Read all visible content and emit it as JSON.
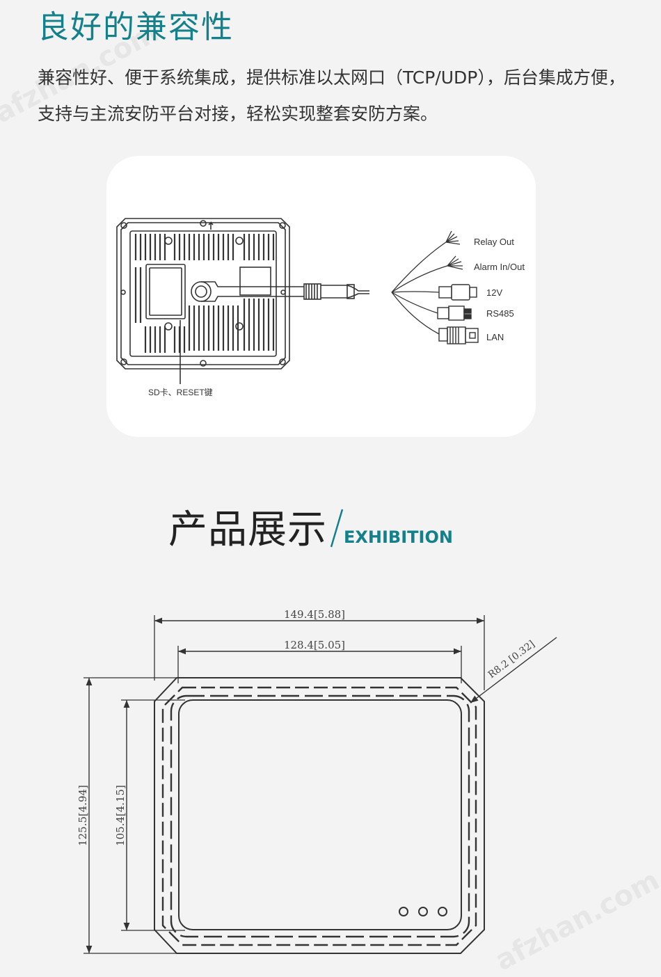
{
  "compat": {
    "title": "良好的兼容性",
    "description": "兼容性好、便于系统集成，提供标准以太网口（TCP/UDP），后台集成方便，支持与主流安防平台对接，轻松实现整套安防方案。"
  },
  "wiring": {
    "labels": {
      "relay_out": "Relay Out",
      "alarm_io": "Alarm In/Out",
      "power": "12V",
      "rs485": "RS485",
      "lan": "LAN",
      "sd_reset": "SD卡、RESET键"
    }
  },
  "exhibition": {
    "title_cn": "产品展示",
    "title_en": "EXHIBITION"
  },
  "dimensions": {
    "outer_width": "149.4[5.88]",
    "inner_width": "128.4[5.05]",
    "outer_height": "125.5[4.94]",
    "inner_height": "105.4[4.15]",
    "corner_radius": "R8.2 [0.32]"
  },
  "watermark": "afzhan.com",
  "colors": {
    "accent": "#14808a",
    "text": "#333333",
    "line": "#333333"
  }
}
